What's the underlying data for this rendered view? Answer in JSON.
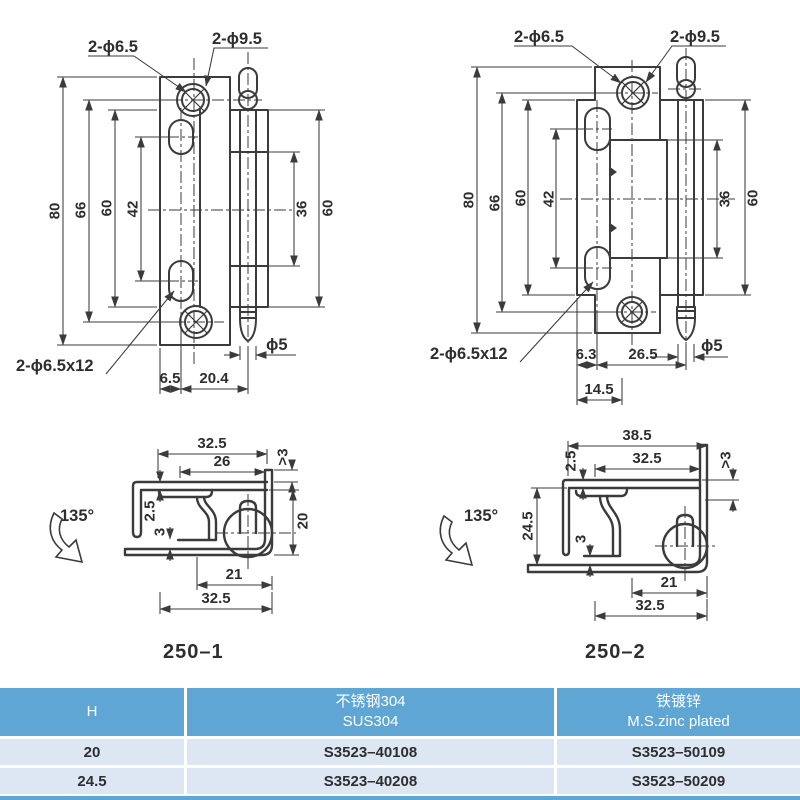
{
  "front_left": {
    "label_hole": "2-ϕ6.5",
    "label_pin": "2-ϕ9.5",
    "label_slot": "2-ϕ6.5x12",
    "label_pin_dia": "ϕ5",
    "dim_height": "80",
    "dim_hole_span": "66",
    "dim_edge_span": "60",
    "dim_slot_span": "42",
    "dim_knuckle": "36",
    "dim_pin_span": "60",
    "dim_offset": "6.5",
    "dim_pitch": "20.4"
  },
  "front_right": {
    "label_hole": "2-ϕ6.5",
    "label_pin": "2-ϕ9.5",
    "label_slot": "2-ϕ6.5x12",
    "label_pin_dia": "ϕ5",
    "dim_height": "80",
    "dim_hole_span": "66",
    "dim_edge_span": "60",
    "dim_slot_span": "42",
    "dim_knuckle": "36",
    "dim_pin_span": "60",
    "dim_offset": "6.3",
    "dim_pitch": "26.5",
    "dim_width": "14.5"
  },
  "section_left": {
    "angle": "135°",
    "dim_top": "32.5",
    "dim_inner_top": "26",
    "dim_clearance": ">3",
    "dim_thickness": "2.5",
    "dim_gap": "3",
    "dim_height": "20",
    "dim_inner_bottom": "21",
    "dim_bottom": "32.5",
    "caption": "250–1"
  },
  "section_right": {
    "angle": "135°",
    "dim_top": "38.5",
    "dim_inner_top": "32.5",
    "dim_clearance": ">3",
    "dim_thickness": "2.5",
    "dim_gap": "3",
    "dim_height": "24.5",
    "dim_inner_bottom": "21",
    "dim_bottom": "32.5",
    "caption": "250–2"
  },
  "table": {
    "header": {
      "h": "H",
      "sus_cn": "不锈钢304",
      "sus_en": "SUS304",
      "ms_cn": "铁镀锌",
      "ms_en": "M.S.zinc plated"
    },
    "rows": [
      {
        "h": "20",
        "sus": "S3523–40108",
        "ms": "S3523–50109"
      },
      {
        "h": "24.5",
        "sus": "S3523–40208",
        "ms": "S3523–50209"
      }
    ]
  },
  "colors": {
    "line": "#3b3b3b",
    "table_header_bg": "#5fa6d5",
    "table_row_bg": "#dde7f3",
    "table_header_text": "#ffffff",
    "table_row_text": "#2e2e2e"
  }
}
